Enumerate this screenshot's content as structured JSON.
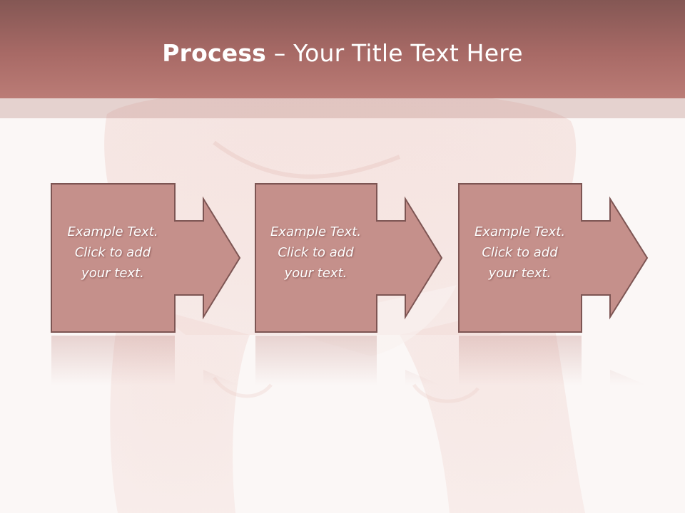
{
  "title": {
    "bold": "Process",
    "rest": " – Your Title Text Here"
  },
  "steps": [
    {
      "lines": [
        "Example Text.",
        "Click  to add",
        "your text."
      ]
    },
    {
      "lines": [
        "Example Text.",
        "Click  to add",
        "your text."
      ]
    },
    {
      "lines": [
        "Example Text.",
        "Click  to add",
        "your text."
      ]
    }
  ],
  "colors": {
    "header_dark": "#845754",
    "header_light": "#bb7c76",
    "box_fill": "#c5908b",
    "box_border": "#7d5553",
    "background": "#fbf7f6"
  }
}
